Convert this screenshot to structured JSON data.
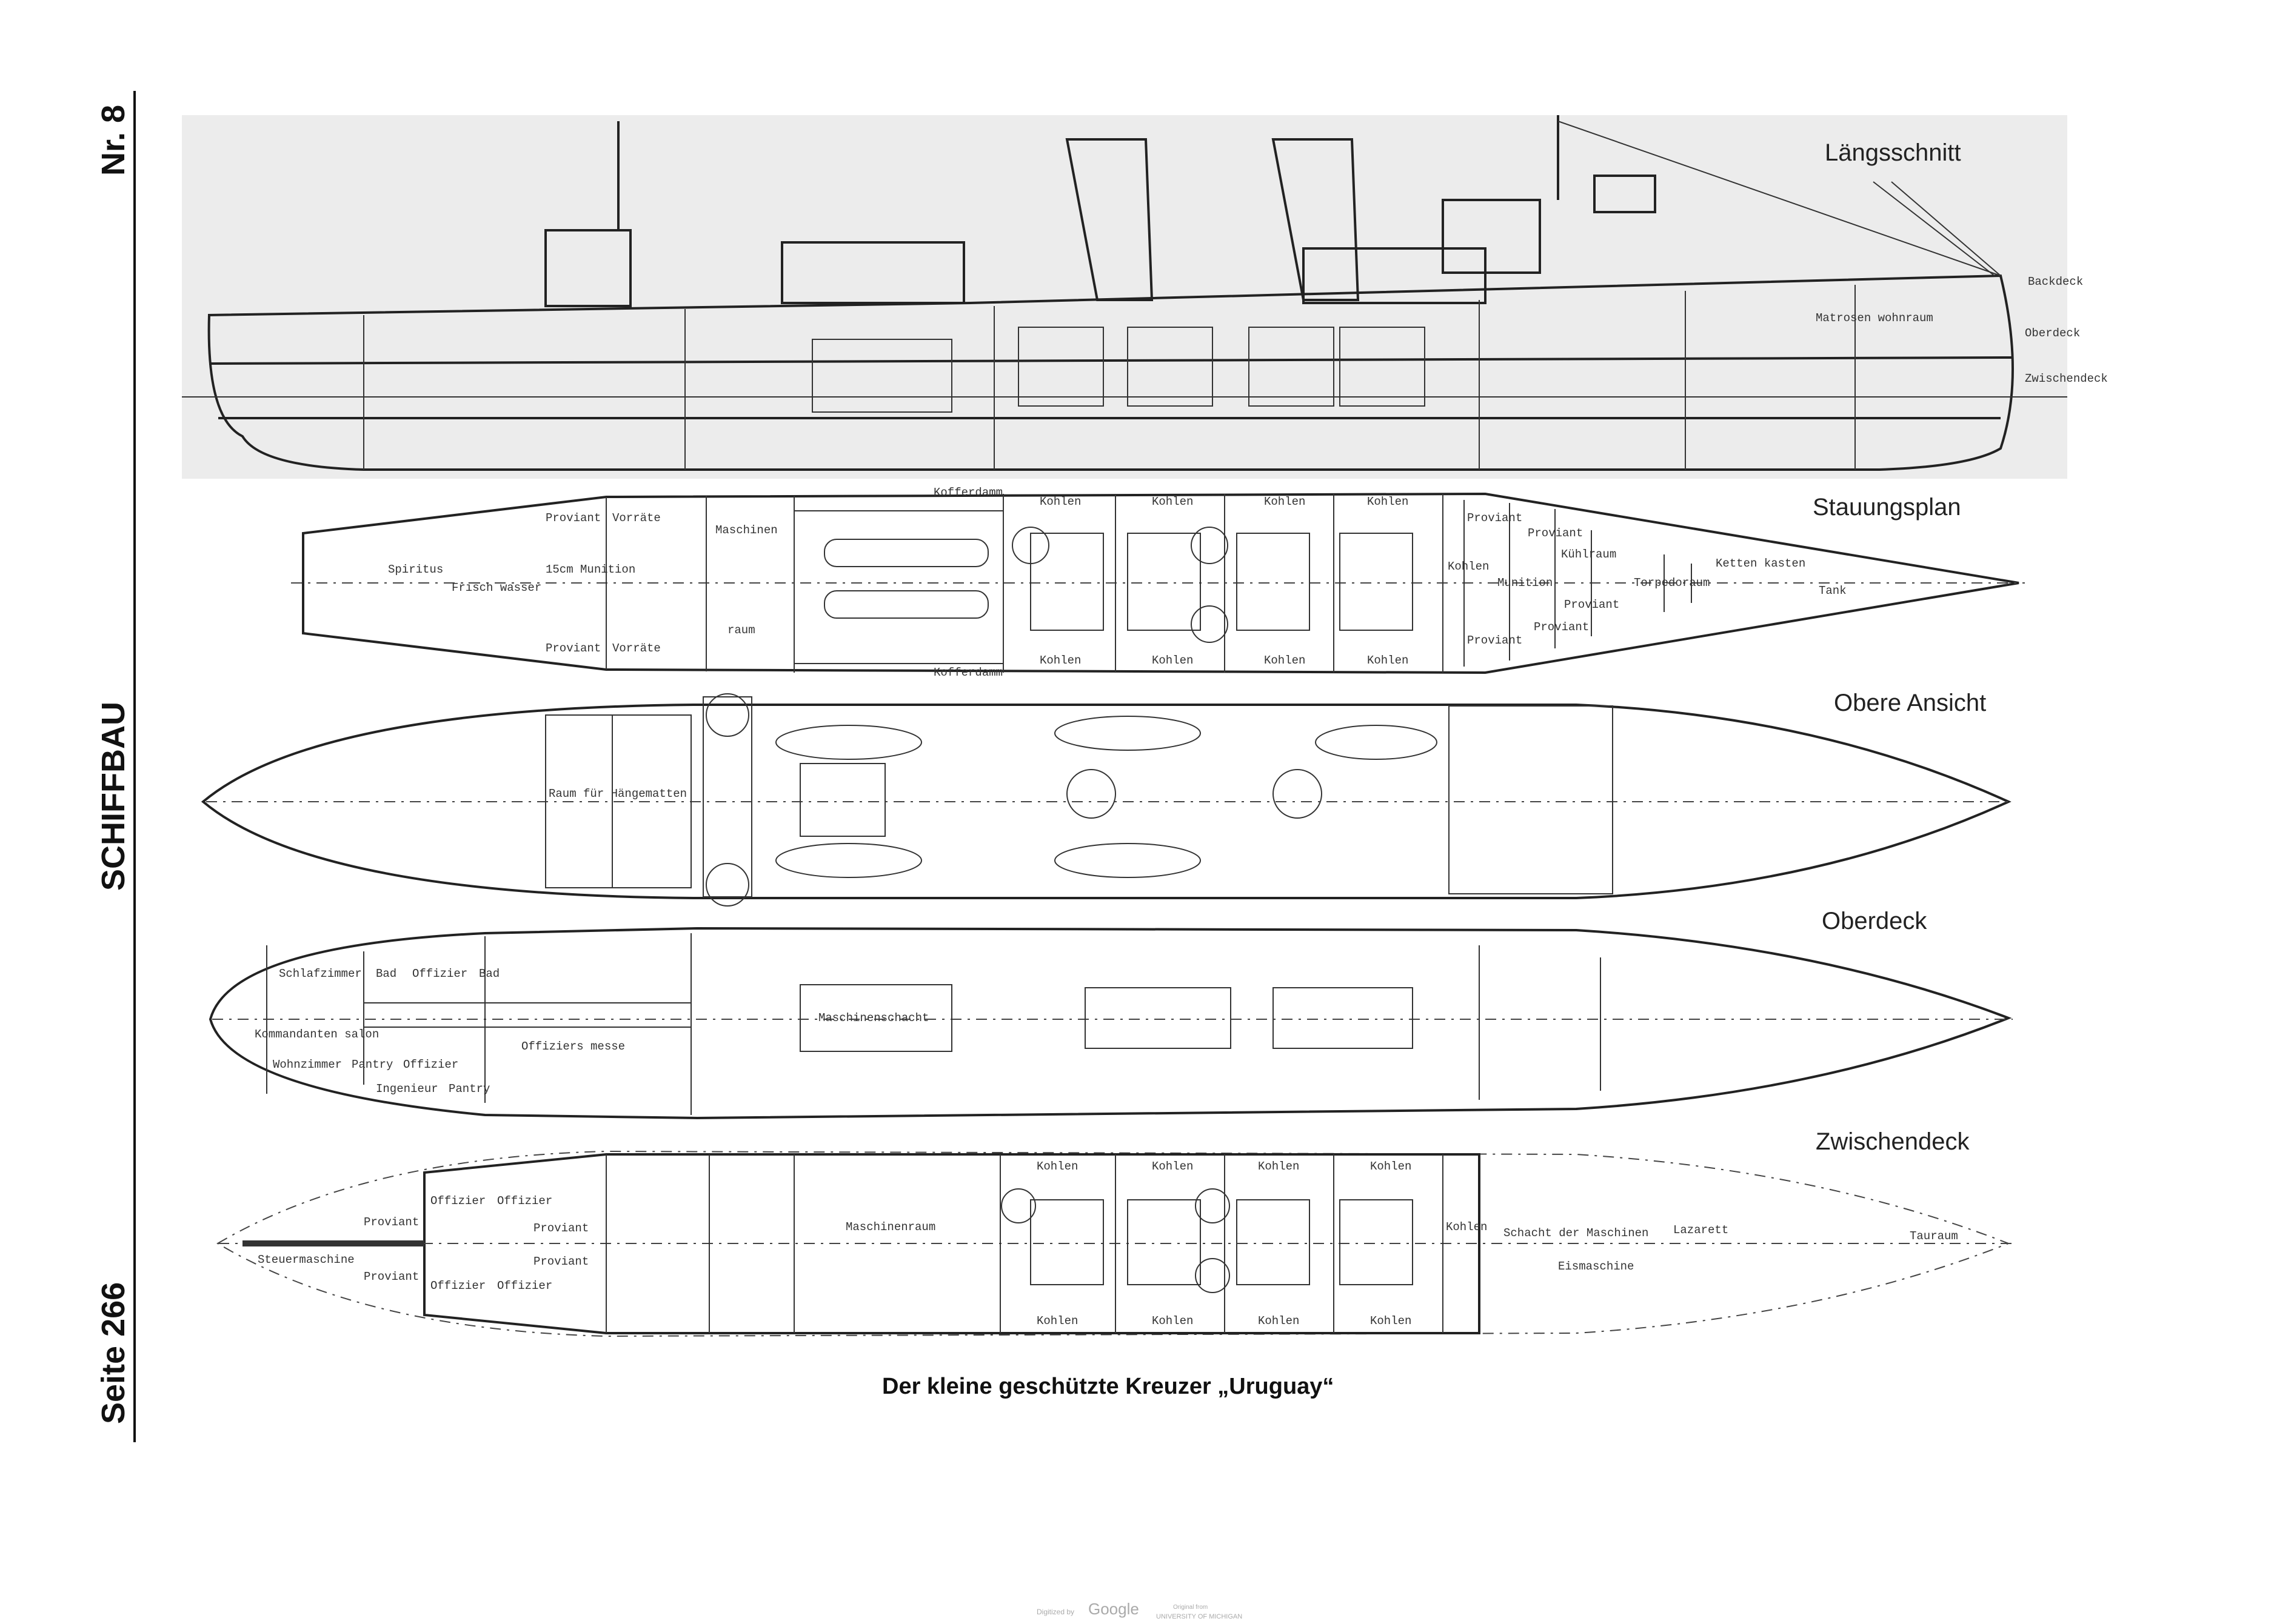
{
  "margin": {
    "issue": "Nr. 8",
    "journal": "SCHIFFBAU",
    "page": "Seite 266"
  },
  "caption": "Der kleine geschützte Kreuzer „Uruguay“",
  "views": {
    "laengsschnitt": {
      "title": "Längsschnitt",
      "decks": [
        "Backdeck",
        "Oberdeck",
        "Zwischendeck"
      ],
      "rooms": [
        "Matrosen wohnraum"
      ]
    },
    "stauungsplan": {
      "title": "Stauungsplan",
      "rooms": [
        "Kofferdamm",
        "Kofferdamm",
        "Proviant",
        "Proviant",
        "Vorräte",
        "Vorräte",
        "Maschinen",
        "raum",
        "Kohlen",
        "Kohlen",
        "Kohlen",
        "Kohlen",
        "Kohlen",
        "Kohlen",
        "Kohlen",
        "Kohlen",
        "Spiritus",
        "Frisch wasser",
        "15cm Munition",
        "Kohlen",
        "Proviant",
        "Proviant",
        "Proviant",
        "Proviant",
        "Munition",
        "Kühlraum",
        "Torpedoraum",
        "Ketten kasten",
        "Tank",
        "Proviant"
      ]
    },
    "obere_ansicht": {
      "title": "Obere Ansicht",
      "rooms": [
        "Raum für Hängematten"
      ]
    },
    "oberdeck": {
      "title": "Oberdeck",
      "rooms": [
        "Kommandanten salon",
        "Schlafzimmer",
        "Bad",
        "Wohnzimmer",
        "Pantry",
        "Offizier",
        "Offizier",
        "Bad",
        "Ingenieur",
        "Pantry",
        "Offiziers messe",
        "Maschinenschacht"
      ]
    },
    "zwischendeck": {
      "title": "Zwischendeck",
      "rooms": [
        "Steuermaschine",
        "Proviant",
        "Proviant",
        "Offizier",
        "Offizier",
        "Offizier",
        "Offizier",
        "Proviant",
        "Proviant",
        "Maschinenraum",
        "Kohlen",
        "Kohlen",
        "Kohlen",
        "Kohlen",
        "Kohlen",
        "Kohlen",
        "Kohlen",
        "Kohlen",
        "Kohlen",
        "Schacht der Maschinen",
        "Lazarett",
        "Eismaschine",
        "Tauraum"
      ]
    }
  },
  "footer": {
    "digitized": "Digitized by",
    "google": "Google",
    "original": "Original from",
    "library": "UNIVERSITY OF MICHIGAN"
  }
}
